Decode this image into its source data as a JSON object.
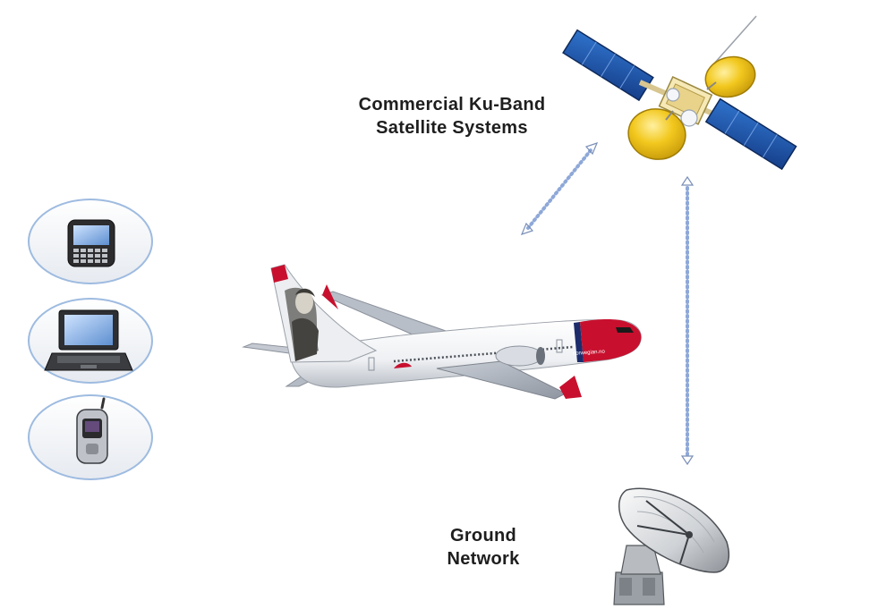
{
  "diagram": {
    "satellite_label_lines": [
      "Commercial Ku-Band",
      "Satellite Systems"
    ],
    "ground_label_lines": [
      "Ground",
      "Network"
    ],
    "airline_livery": "norwegian.no"
  },
  "nodes": [
    {
      "id": "satellite",
      "icon": "satellite-icon"
    },
    {
      "id": "aircraft",
      "icon": "airplane-icon"
    },
    {
      "id": "ground",
      "icon": "dish-antenna-icon"
    },
    {
      "id": "smartphone",
      "icon": "smartphone-icon"
    },
    {
      "id": "laptop",
      "icon": "laptop-icon"
    },
    {
      "id": "mobile-phone",
      "icon": "mobile-phone-icon"
    }
  ],
  "links": [
    {
      "from": "aircraft",
      "to": "satellite",
      "style": "dotted-bidirectional"
    },
    {
      "from": "satellite",
      "to": "ground",
      "style": "dotted-bidirectional"
    }
  ],
  "colors": {
    "link": "#8ea8d8",
    "panel_blue": "#1f5fb4",
    "dish_yellow": "#f2c81e",
    "livery_red": "#c8102e",
    "circle_stroke": "#9ebbe0"
  }
}
